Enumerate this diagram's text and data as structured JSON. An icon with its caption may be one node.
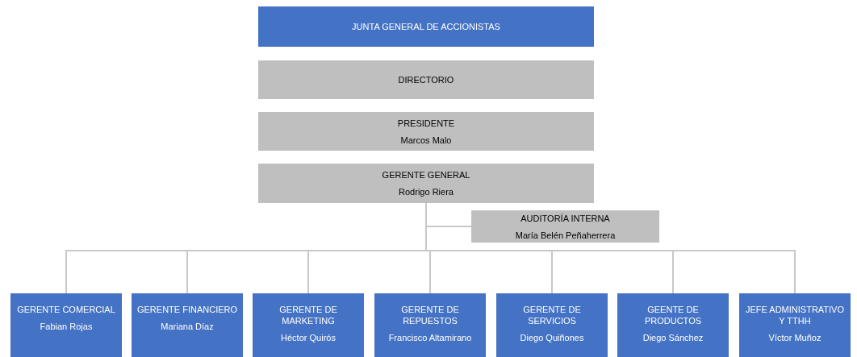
{
  "diagram": {
    "nodes": [
      {
        "text": [
          "JUNTA GENERAL DE ACCIONISTAS"
        ]
      },
      {
        "text": [
          "DIRECTORIO"
        ]
      },
      {
        "text": [
          "PRESIDENTE",
          "Marcos Malo"
        ]
      },
      {
        "text": [
          "GERENTE GENERAL",
          "Rodrigo Riera"
        ]
      },
      {
        "text": [
          "AUDITORÍA INTERNA",
          "María Belén Peñaherrera"
        ]
      },
      {
        "text": [
          "GERENTE COMERCIAL",
          "Fabian Rojas"
        ]
      },
      {
        "text": [
          "GERENTE FINANCIERO",
          "Mariana Díaz"
        ]
      },
      {
        "text": [
          "GERENTE DE MARKETING",
          "Héctor Quirós"
        ]
      },
      {
        "text": [
          "GERENTE DE REPUESTOS",
          "Francisco Altamirano"
        ]
      },
      {
        "text": [
          "GERENTE DE SERVICIOS",
          "Diego Quiñones"
        ]
      },
      {
        "text": [
          "GEENTE DE PRODUCTOS",
          "Diego Sánchez"
        ]
      },
      {
        "text": [
          "JEFE ADMINISTRATIVO Y TTHH",
          "Víctor Muñoz"
        ]
      }
    ],
    "edges": [
      {
        "from": 3,
        "to": 4,
        "arrow": "none"
      },
      {
        "from": 3,
        "to": 5,
        "arrow": "none"
      },
      {
        "from": 3,
        "to": 6,
        "arrow": "none"
      },
      {
        "from": 3,
        "to": 7,
        "arrow": "none"
      },
      {
        "from": 3,
        "to": 8,
        "arrow": "none"
      },
      {
        "from": 3,
        "to": 9,
        "arrow": "none"
      },
      {
        "from": 3,
        "to": 10,
        "arrow": "none"
      },
      {
        "from": 3,
        "to": 11,
        "arrow": "none"
      }
    ]
  }
}
